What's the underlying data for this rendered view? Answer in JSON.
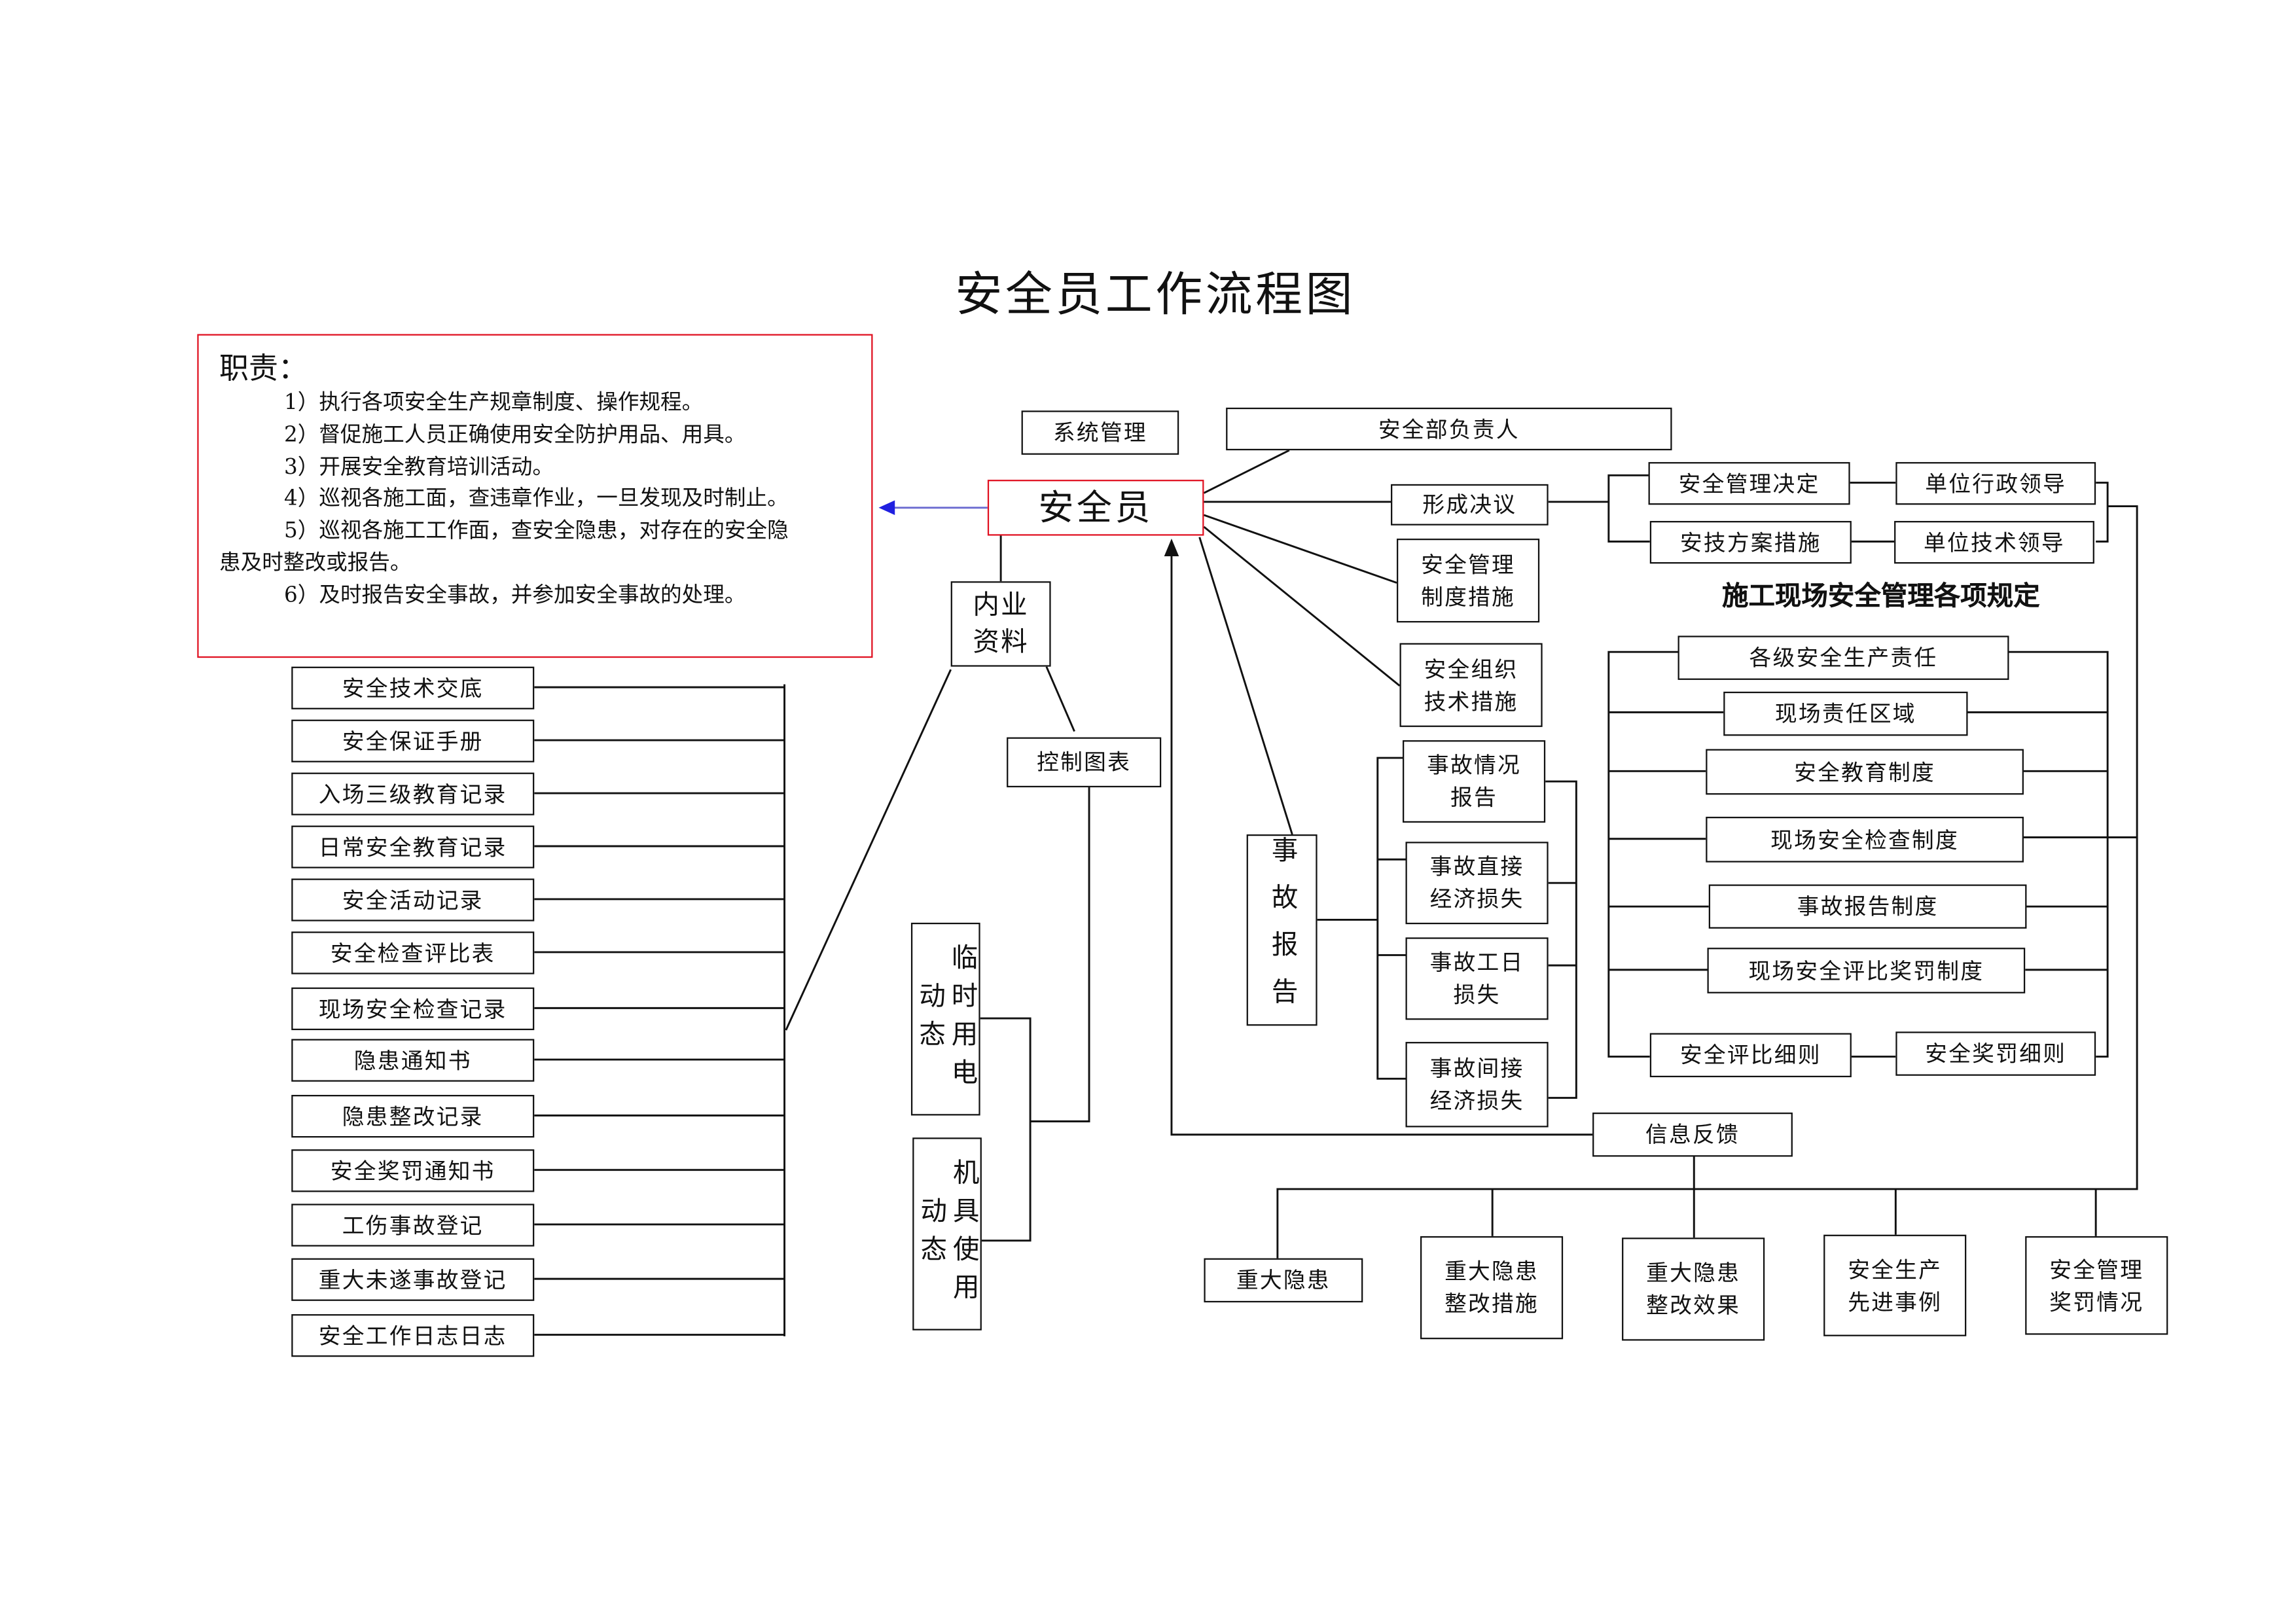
{
  "title": "安全员工作流程图",
  "duties": {
    "heading": "职责：",
    "items": [
      "1）执行各项安全生产规章制度、操作规程。",
      "2）督促施工人员正确使用安全防护用品、用具。",
      "3）开展安全教育培训活动。",
      "4）巡视各施工面，查违章作业，一旦发现及时制止。",
      "5）巡视各施工工作面，查安全隐患，对存在的安全隐",
      "患及时整改或报告。",
      "6）及时报告安全事故，并参加安全事故的处理。"
    ]
  },
  "center": "安全员",
  "top": {
    "system": "系统管理",
    "dept_head": "安全部负责人",
    "resolution": "形成决议",
    "decision": "安全管理决定",
    "plan": "安技方案措施",
    "admin_leader": "单位行政领导",
    "tech_leader": "单位技术领导"
  },
  "measures": {
    "mgmt": [
      "安全管理",
      "制度措施"
    ],
    "org": [
      "安全组织",
      "技术措施"
    ]
  },
  "regs_heading": "施工现场安全管理各项规定",
  "regs": [
    "各级安全生产责任",
    "现场责任区域",
    "安全教育制度",
    "现场安全检查制度",
    "事故报告制度",
    "现场安全评比奖罚制度"
  ],
  "regs_bottom": {
    "rating": "安全评比细则",
    "reward": "安全奖罚细则"
  },
  "internal": {
    "label": [
      "内业",
      "资料"
    ],
    "charts": "控制图表",
    "power": "临时用电动态",
    "machine": "机具使用动态"
  },
  "records": [
    "安全技术交底",
    "安全保证手册",
    "入场三级教育记录",
    "日常安全教育记录",
    "安全活动记录",
    "安全检查评比表",
    "现场安全检查记录",
    "隐患通知书",
    "隐患整改记录",
    "安全奖罚通知书",
    "工伤事故登记",
    "重大未遂事故登记",
    "安全工作日志日志"
  ],
  "accident": {
    "label": "事故报告",
    "items": [
      [
        "事故情况",
        "报告"
      ],
      [
        "事故直接",
        "经济损失"
      ],
      [
        "事故工日",
        "损失"
      ],
      [
        "事故间接",
        "经济损失"
      ]
    ]
  },
  "feedback": "信息反馈",
  "bottom": [
    [
      "重大隐患"
    ],
    [
      "重大隐患",
      "整改措施"
    ],
    [
      "重大隐患",
      "整改效果"
    ],
    [
      "安全生产",
      "先进事例"
    ],
    [
      "安全管理",
      "奖罚情况"
    ]
  ],
  "colors": {
    "red": "#e01020",
    "arrow": "#2020e0"
  }
}
